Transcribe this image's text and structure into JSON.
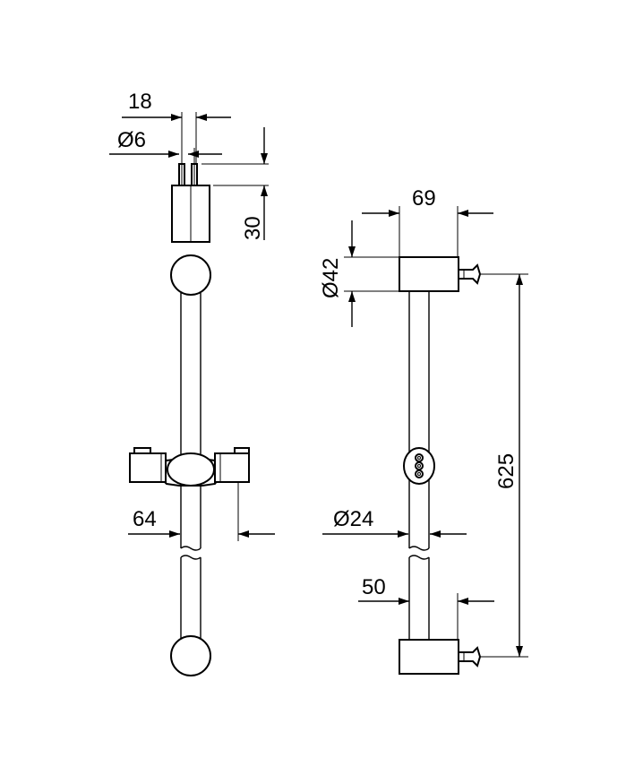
{
  "dimensions": {
    "bracket_width": "18",
    "pin_diameter": "Ø6",
    "bracket_height": "30",
    "slider_width": "64",
    "wall_mount_width": "69",
    "mount_diameter": "Ø42",
    "bar_diameter": "Ø24",
    "mount_center_distance": "625",
    "bar_offset": "50"
  }
}
